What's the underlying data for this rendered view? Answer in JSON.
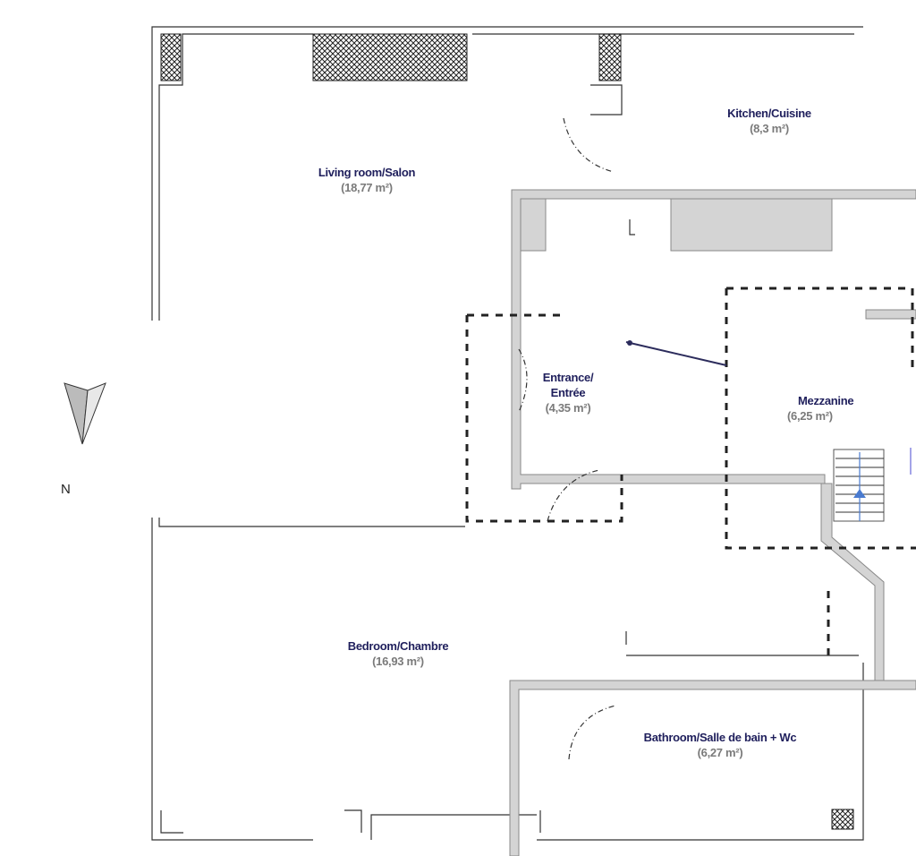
{
  "rooms": [
    {
      "name": "Living room/Salon",
      "area": "(18,77 m²)"
    },
    {
      "name": "Kitchen/Cuisine",
      "area": "(8,3 m²)"
    },
    {
      "name": "Entrance/ Entrée",
      "area": "(4,35 m²)"
    },
    {
      "name": "Mezzanine",
      "area": "(6,25 m²)"
    },
    {
      "name": "Bedroom/Chambre",
      "area": "(16,93 m²)"
    },
    {
      "name": "Bathroom/Salle de bain + Wc",
      "area": "(6,27 m²)"
    }
  ],
  "compass": {
    "label": "N"
  },
  "colors": {
    "label": "#1f1f5c",
    "area": "#7a7a7a",
    "wall": "#c8c8c8",
    "stair_arrow": "#4a7bd0"
  }
}
